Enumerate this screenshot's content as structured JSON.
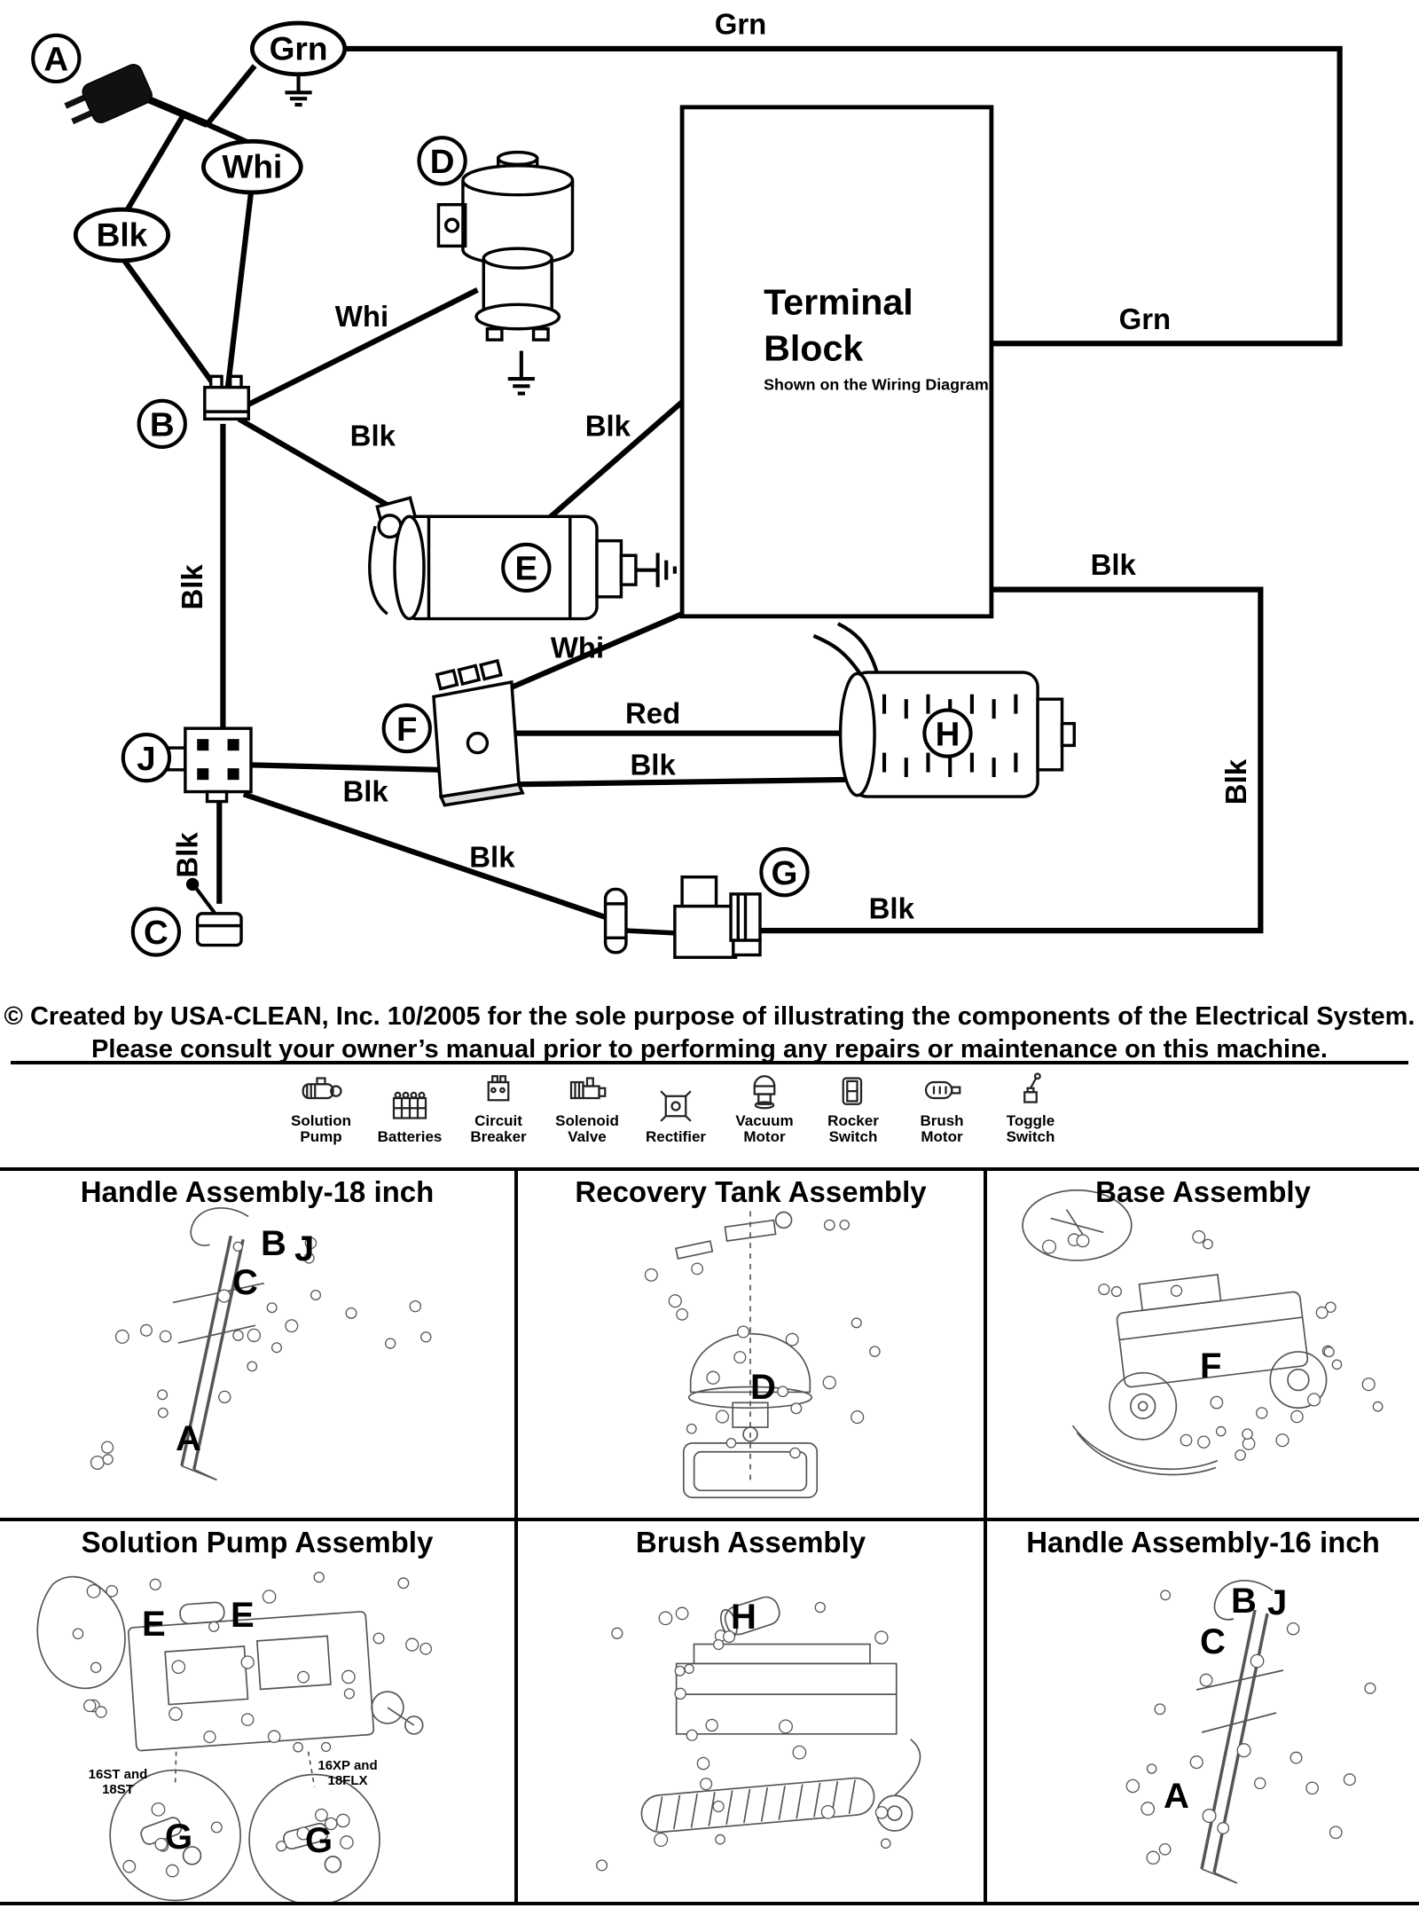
{
  "wiring": {
    "components": {
      "a": "A",
      "b": "B",
      "c": "C",
      "d": "D",
      "e": "E",
      "f": "F",
      "g": "G",
      "h": "H",
      "j": "J"
    },
    "ovals": {
      "grn": "Grn",
      "whi": "Whi",
      "blk": "Blk"
    },
    "terminal_block": {
      "title_line1": "Terminal",
      "title_line2": "Block",
      "subtitle": "Shown on the Wiring Diagram"
    },
    "labels": {
      "grn_top": "Grn",
      "grn_right": "Grn",
      "whi_b_d": "Whi",
      "blk_b_e": "Blk",
      "blk_tb_e": "Blk",
      "blk_left_upper": "Blk",
      "whi_tb_f": "Whi",
      "red_f_h": "Red",
      "blk_f_h": "Blk",
      "blk_j_f": "Blk",
      "blk_left_lower": "Blk",
      "blk_c_g": "Blk",
      "blk_g_right": "Blk",
      "blk_right_vertical": "Blk",
      "blk_tb_right": "Blk"
    }
  },
  "copyright": {
    "line1": "© Created by USA-CLEAN, Inc. 10/2005 for the sole purpose of illustrating the components of the Electrical System.",
    "line2": "Please consult your owner’s manual prior to performing any repairs or maintenance on this machine."
  },
  "legend": {
    "items": [
      {
        "label": "Solution Pump"
      },
      {
        "label": "Batteries"
      },
      {
        "label": "Circuit Breaker"
      },
      {
        "label": "Solenoid Valve"
      },
      {
        "label": "Rectifier"
      },
      {
        "label": "Vacuum Motor"
      },
      {
        "label": "Rocker Switch"
      },
      {
        "label": "Brush Motor"
      },
      {
        "label": "Toggle Switch"
      }
    ]
  },
  "assemblies": [
    {
      "title": "Handle Assembly-18 inch",
      "markers": [
        "B",
        "J",
        "C",
        "A"
      ]
    },
    {
      "title": "Recovery Tank Assembly",
      "markers": [
        "D"
      ]
    },
    {
      "title": "Base Assembly",
      "markers": [
        "F"
      ]
    },
    {
      "title": "Solution Pump Assembly",
      "markers": [
        "E",
        "E",
        "G",
        "G"
      ],
      "notes": [
        "16ST and 18ST",
        "16XP and 18FLX"
      ]
    },
    {
      "title": "Brush Assembly",
      "markers": [
        "H"
      ]
    },
    {
      "title": "Handle Assembly-16 inch",
      "markers": [
        "B",
        "J",
        "C",
        "A"
      ]
    }
  ]
}
